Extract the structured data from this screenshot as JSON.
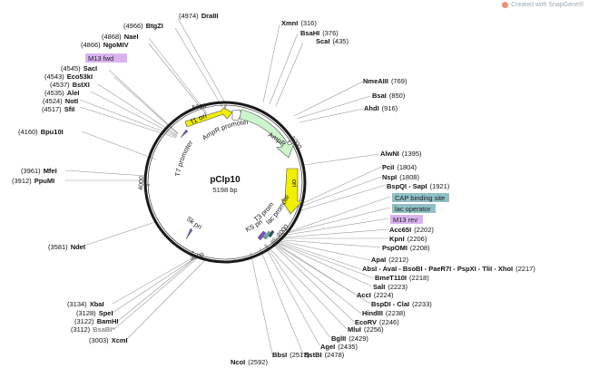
{
  "watermark": "Created with SnapGene®",
  "plasmid": {
    "name": "pCIp10",
    "size": "5198 bp"
  },
  "ticks": [
    "1000",
    "2000",
    "3000",
    "4000",
    "5000"
  ],
  "features": [
    {
      "label": "f1 ori",
      "color": "#f2ef00"
    },
    {
      "label": "AmpR promoter",
      "color": "#ffffff"
    },
    {
      "label": "AmpR",
      "color": "#ccf5cc"
    },
    {
      "label": "ori",
      "color": "#f2ef00"
    },
    {
      "label": "lac promoter",
      "color": "#ffffff"
    },
    {
      "label": "T3 promoter",
      "color": "#ffffff"
    },
    {
      "label": "KS primer",
      "color": "#b4a0e0"
    },
    {
      "label": "Sk primer",
      "color": "#b4a0e0"
    },
    {
      "label": "T7 promoter",
      "color": "#ffffff"
    }
  ],
  "boxed_labels": [
    {
      "text": "M13 fwd",
      "kind": "primer"
    },
    {
      "text": "CAP binding site",
      "kind": "site"
    },
    {
      "text": "lac operator",
      "kind": "site"
    },
    {
      "text": "M13 rev",
      "kind": "primer"
    }
  ],
  "sites": [
    {
      "name": "DraIII",
      "pos": "(4974)"
    },
    {
      "name": "BtgZI",
      "pos": "(4966)"
    },
    {
      "name": "NaeI",
      "pos": "(4868)"
    },
    {
      "name": "NgoMIV",
      "pos": "(4866)"
    },
    {
      "name": "SacI",
      "pos": "(4545)"
    },
    {
      "name": "Eco53kI",
      "pos": "(4543)"
    },
    {
      "name": "BstXI",
      "pos": "(4537)"
    },
    {
      "name": "AleI",
      "pos": "(4535)"
    },
    {
      "name": "NotI",
      "pos": "(4524)"
    },
    {
      "name": "SfiI",
      "pos": "(4517)"
    },
    {
      "name": "Bpu10I",
      "pos": "(4160)"
    },
    {
      "name": "MfeI",
      "pos": "(3961)"
    },
    {
      "name": "PpuMI",
      "pos": "(3912)"
    },
    {
      "name": "NdeI",
      "pos": "(3581)"
    },
    {
      "name": "XbaI",
      "pos": "(3134)"
    },
    {
      "name": "SpeI",
      "pos": "(3128)"
    },
    {
      "name": "BamHI",
      "pos": "(3122)"
    },
    {
      "name": "BsaBI*",
      "pos": "(3112)"
    },
    {
      "name": "XcmI",
      "pos": "(3003)"
    },
    {
      "name": "XmnI",
      "pos": "(316)"
    },
    {
      "name": "BsaHI",
      "pos": "(376)"
    },
    {
      "name": "ScaI",
      "pos": "(435)"
    },
    {
      "name": "NmeAIII",
      "pos": "(769)"
    },
    {
      "name": "BsaI",
      "pos": "(850)"
    },
    {
      "name": "AhdI",
      "pos": "(916)"
    },
    {
      "name": "AlwNI",
      "pos": "(1395)"
    },
    {
      "name": "PciI",
      "pos": "(1804)"
    },
    {
      "name": "NspI",
      "pos": "(1808)"
    },
    {
      "name": "BspQI - SapI",
      "pos": "(1921)"
    },
    {
      "name": "Acc65I",
      "pos": "(2202)"
    },
    {
      "name": "KpnI",
      "pos": "(2206)"
    },
    {
      "name": "PspOMI",
      "pos": "(2208)"
    },
    {
      "name": "ApaI",
      "pos": "(2212)"
    },
    {
      "name": "AbsI - AvaI - BsoBI - PaeR7I - PspXI - TliI - XhoI",
      "pos": "(2217)"
    },
    {
      "name": "BmeT110I",
      "pos": "(2218)"
    },
    {
      "name": "SalI",
      "pos": "(2223)"
    },
    {
      "name": "AccI",
      "pos": "(2224)"
    },
    {
      "name": "BspDI - ClaI",
      "pos": "(2233)"
    },
    {
      "name": "HindIII",
      "pos": "(2238)"
    },
    {
      "name": "EcoRV",
      "pos": "(2246)"
    },
    {
      "name": "MluI",
      "pos": "(2256)"
    },
    {
      "name": "BglII",
      "pos": "(2429)"
    },
    {
      "name": "AgeI",
      "pos": "(2435)"
    },
    {
      "name": "BstBI",
      "pos": "(2478)"
    },
    {
      "name": "BbsI",
      "pos": "(2517)"
    },
    {
      "name": "NcoI",
      "pos": "(2592)"
    }
  ]
}
